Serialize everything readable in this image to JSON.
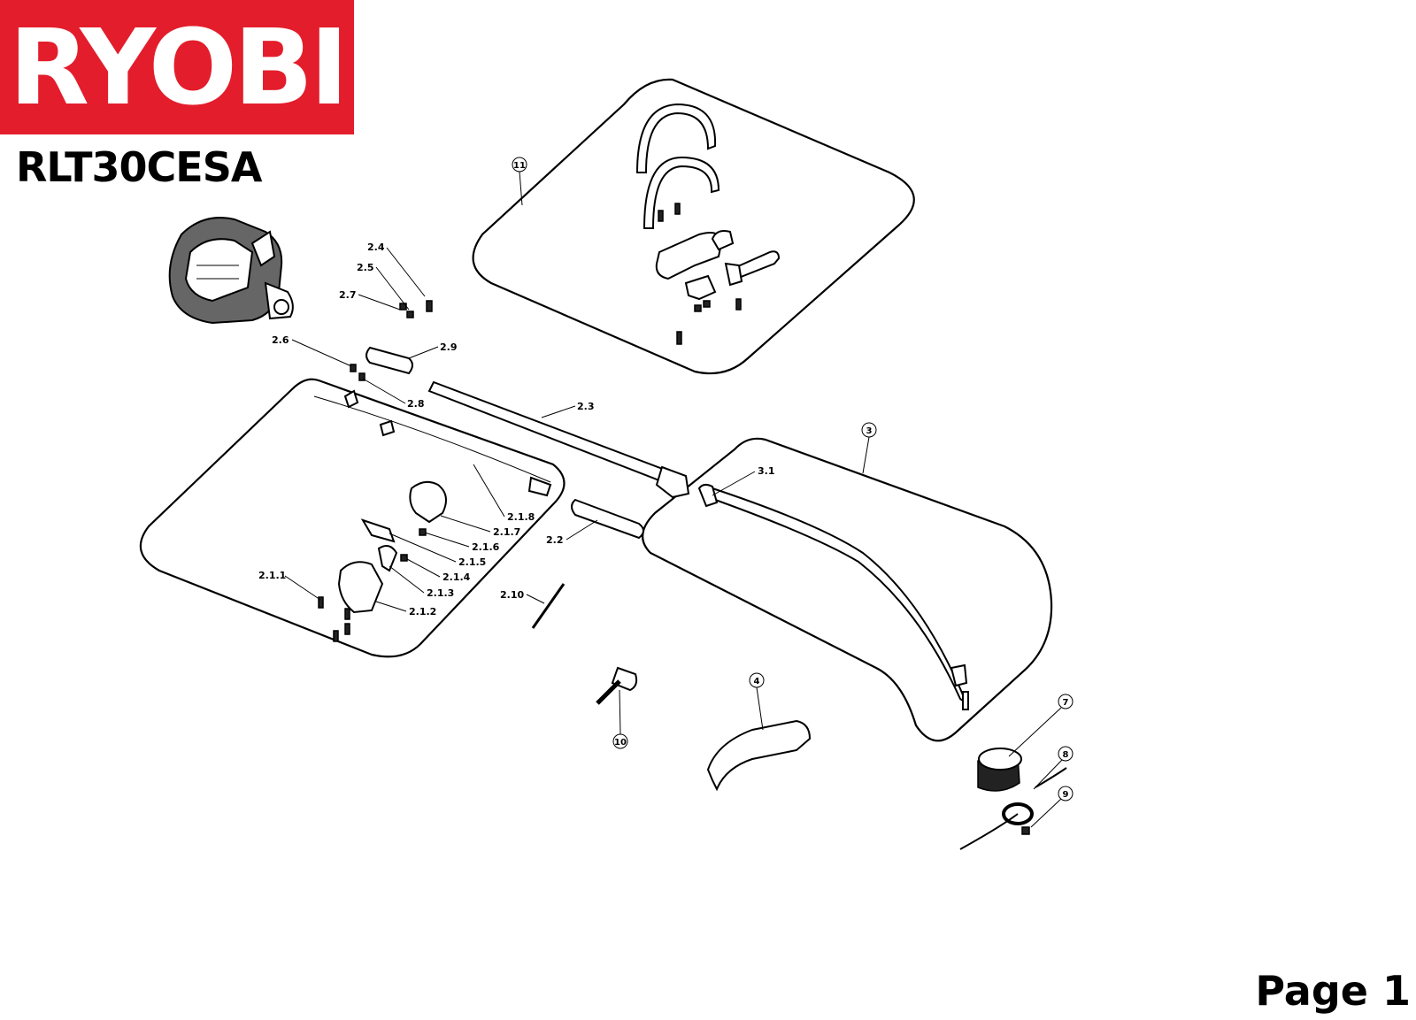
{
  "brand": "RYOBI",
  "model": "RLT30CESA",
  "page_label": "Page 1",
  "colors": {
    "brand_red": "#e31d2b",
    "ink": "#000000",
    "background": "#ffffff"
  },
  "parts": {
    "p11": "11",
    "p2_4": "2.4",
    "p2_5": "2.5",
    "p2_7": "2.7",
    "p2_6": "2.6",
    "p2_9": "2.9",
    "p2_8": "2.8",
    "p2_3": "2.3",
    "p3": "3",
    "p3_1": "3.1",
    "p2_1_8": "2.1.8",
    "p2_1_7": "2.1.7",
    "p2_1_6": "2.1.6",
    "p2_1_5": "2.1.5",
    "p2_1_4": "2.1.4",
    "p2_1_3": "2.1.3",
    "p2_1_2": "2.1.2",
    "p2_1_1": "2.1.1",
    "p2_2": "2.2",
    "p2_10": "2.10",
    "p4": "4",
    "p7": "7",
    "p8": "8",
    "p9": "9",
    "p10": "10"
  }
}
